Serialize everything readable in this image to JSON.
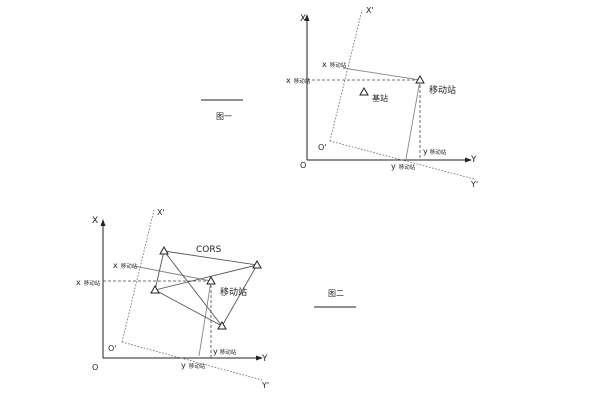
{
  "figure1": {
    "caption": "图一",
    "axis_x": "X",
    "axis_y": "Y",
    "axis_x_rot": "X'",
    "axis_y_rot": "Y'",
    "origin": "O",
    "origin_rot": "O'",
    "x_coord_main": "x",
    "x_coord_sub": "移动站",
    "x_coord_rot_main": "x",
    "x_coord_rot_sub": "移动站",
    "y_coord_main": "y",
    "y_coord_sub": "移动站",
    "y_coord_rot_main": "y",
    "y_coord_rot_sub": "移动站",
    "base_station": "基站",
    "mobile_station": "移动站"
  },
  "figure2": {
    "caption": "图二",
    "axis_x": "X",
    "axis_y": "Y",
    "axis_x_rot": "X'",
    "axis_y_rot": "Y'",
    "origin": "O",
    "origin_rot": "O'",
    "x_coord_main": "x",
    "x_coord_sub": "移动站",
    "x_coord_rot_main": "x",
    "x_coord_rot_sub": "移动站",
    "y_coord_main": "y",
    "y_coord_sub": "移动站",
    "y_coord_rot_main": "y",
    "y_coord_rot_sub": "移动站",
    "network": "CORS",
    "mobile_station": "移动站"
  }
}
